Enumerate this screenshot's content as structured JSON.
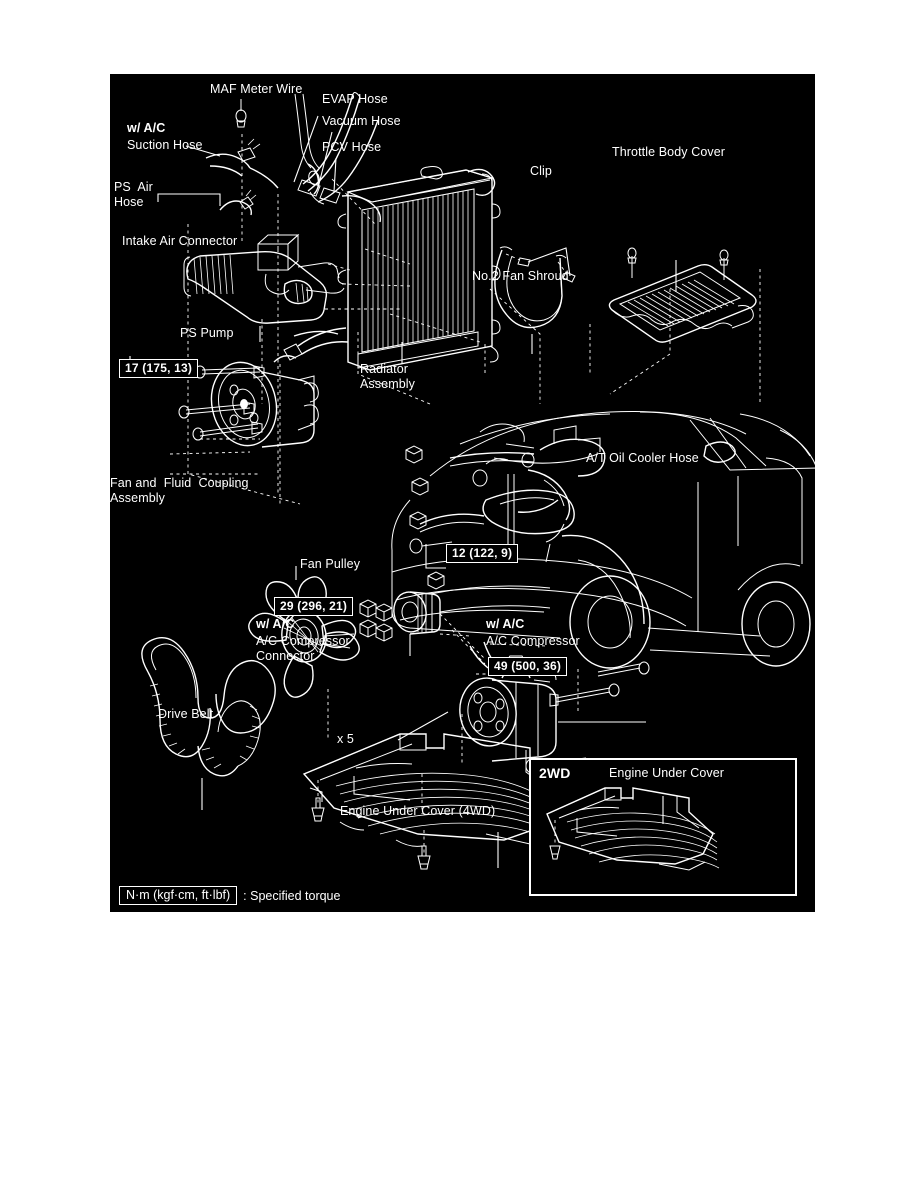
{
  "diagram": {
    "title": "Engine Cooling / Accessory Removal Exploded View",
    "legend": {
      "box_text": "N·m (kgf·cm, ft·lbf)",
      "suffix": ": Specified torque"
    },
    "colors": {
      "background": "#000000",
      "line": "#ffffff",
      "page": "#ffffff"
    },
    "labels": [
      {
        "id": "maf-meter-wire",
        "text": "MAF Meter Wire"
      },
      {
        "id": "evap-hose",
        "text": "EVAP Hose"
      },
      {
        "id": "vacuum-hose",
        "text": "Vacuum Hose"
      },
      {
        "id": "pcv-hose",
        "text": "PCV Hose"
      },
      {
        "id": "w-ac",
        "text": "w/ A/C"
      },
      {
        "id": "suction-hose",
        "text": "Suction Hose"
      },
      {
        "id": "ps-air-hose",
        "text": "PS  Air\nHose"
      },
      {
        "id": "intake-air-connector",
        "text": "Intake Air Connector"
      },
      {
        "id": "radiator-assembly",
        "text": "Radiator\nAssembly"
      },
      {
        "id": "clip",
        "text": "Clip"
      },
      {
        "id": "no2-fan-shroud",
        "text": "No.2 Fan Shroud"
      },
      {
        "id": "throttle-body-cover",
        "text": "Throttle Body Cover"
      },
      {
        "id": "ps-pump",
        "text": "PS Pump"
      },
      {
        "id": "fan-fluid-coupling",
        "text": "Fan and  Fluid  Coupling\nAssembly"
      },
      {
        "id": "fan-pulley",
        "text": "Fan Pulley"
      },
      {
        "id": "at-oil-cooler-hose",
        "text": "A/T Oil Cooler Hose"
      },
      {
        "id": "ac-comp-connector-wac",
        "text": "w/ A/C"
      },
      {
        "id": "ac-comp-connector",
        "text": "A/C Compressor\nConnector"
      },
      {
        "id": "ac-compressor-wac",
        "text": "w/ A/C"
      },
      {
        "id": "ac-compressor",
        "text": "A/C Compressor"
      },
      {
        "id": "drive-belt",
        "text": "Drive Belt"
      },
      {
        "id": "bolt-count",
        "text": "x 5"
      },
      {
        "id": "engine-under-cover-4wd",
        "text": "Engine Under Cover (4WD)"
      },
      {
        "id": "inset-2wd",
        "text": "2WD"
      },
      {
        "id": "inset-engine-under-cover",
        "text": "Engine Under Cover"
      }
    ],
    "torque_specs": [
      {
        "id": "ps-pump-torque",
        "text": "17 (175, 13)"
      },
      {
        "id": "at-cooler-torque",
        "text": "12 (122, 9)"
      },
      {
        "id": "fan-pulley-torque",
        "text": "29 (296, 21)"
      },
      {
        "id": "ac-compressor-torque",
        "text": "49 (500, 36)"
      }
    ]
  }
}
